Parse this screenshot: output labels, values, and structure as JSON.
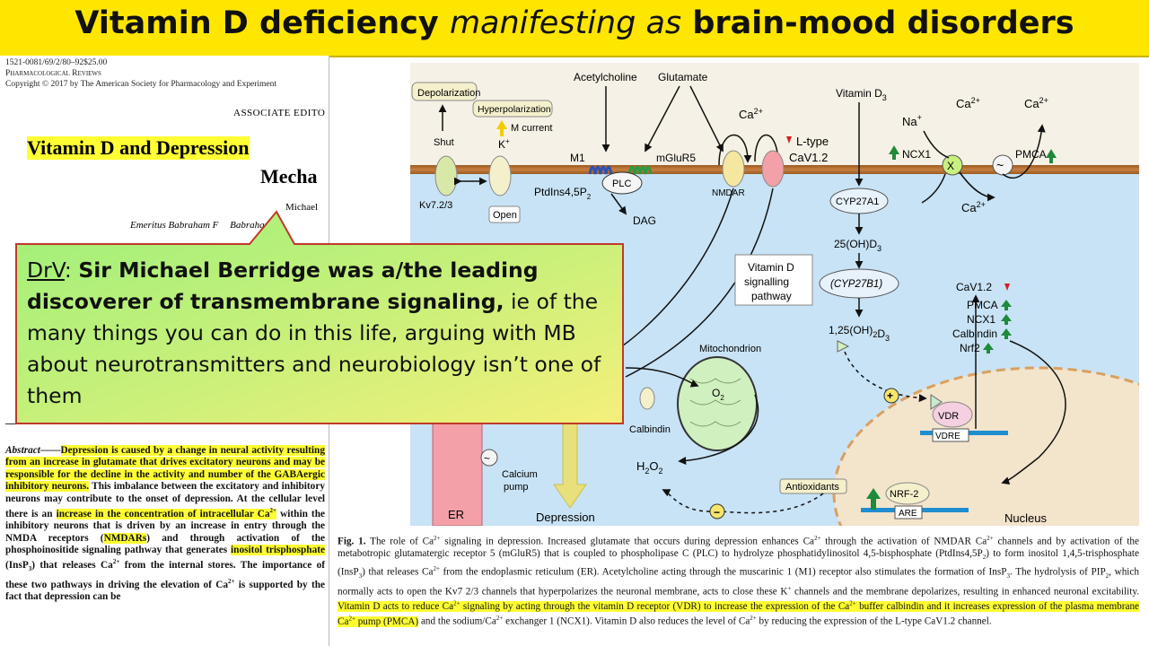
{
  "slide_title": {
    "part1": "Vitamin D deficiency ",
    "part2": "manifesting as",
    "part3": " brain-mood disorders"
  },
  "paper": {
    "meta_line1": "1521-0081/69/2/80–92$25.00",
    "meta_line2": "Pharmacological Reviews",
    "meta_line3": "Copyright © 2017 by The American Society for Pharmacology and Experiment",
    "section": "ASSOCIATE EDITO",
    "title_line1": "Vitamin D and Depression",
    "title_line2": "Mecha",
    "author": "Michael ",
    "affiliation": "Emeritus Babraham F",
    "affiliation_end": "Babraha",
    "abstract_label": "Abstract",
    "abstract_dash": "——",
    "abstract_hl1": "Depression is caused by a change in neural activity resulting from an increase in glutamate that drives excitatory neurons and may be responsible for the decline in the activity and number of the GABAergic inhibitory neurons.",
    "abstract_t1": " This imbalance between the excitatory and inhibitory neurons may contribute to the onset of depression. At the cellular level there is an ",
    "abstract_hl2": "increase in the concentration of intracellular Ca",
    "abstract_t2": " within the inhibitory neurons that is driven by an increase in entry through the NMDA receptors (",
    "abstract_hl3": "NMDARs",
    "abstract_t3": ") and through activation of the phosphoinositide signaling pathway that generates ",
    "abstract_hl4": "inositol trisphosphate",
    "abstract_t4": " (InsP",
    "abstract_t5": ") that releases Ca",
    "abstract_t6": " from the internal stores. The importance of these two pathways in driving the elevation of Ca",
    "abstract_t7": " is supported by the fact that depression can be"
  },
  "callout": {
    "drv": "DrV",
    "colon": ": ",
    "bold": "Sir Michael Berridge was a/the leading discoverer of transmembrane signaling,",
    "rest": " ie of the many things you can do in this life, arguing with MB about neurotransmitters and neurobiology isn’t one of them"
  },
  "figure": {
    "acetylcholine": "Acetylcholine",
    "glutamate": "Glutamate",
    "depolarization": "Depolarization",
    "hyperpolarization": "Hyperpolarization",
    "m_current": "M current",
    "k_plus": "K",
    "shut": "Shut",
    "open": "Open",
    "kv723": "Kv7.2/3",
    "m1": "M1",
    "mglur5": "mGluR5",
    "plc": "PLC",
    "ptdins": "PtdIns4,5P",
    "dag": "DAG",
    "ca2_a": "Ca",
    "nmdar": "NMDAR",
    "ltype": "L-type",
    "cav12": "CaV1.2",
    "vitd3": "Vitamin D",
    "na_plus": "Na",
    "ca2_b": "Ca",
    "ca2_c": "Ca",
    "ncx1": "NCX1",
    "x_mark": "X",
    "pmca": "PMCA",
    "ca2_d": "Ca",
    "cyp27a1": "CYP27A1",
    "oh_d3": "25(OH)D",
    "pathway1": "Vitamin D",
    "pathway2": "signalling",
    "pathway3": "pathway",
    "cyp27b1": "(CYP27B1)",
    "oh2_d3": "1,25(OH)",
    "list_cav": "CaV1.2",
    "list_pmca": "PMCA",
    "list_ncx1": "NCX1",
    "list_calbindin": "Calbindin",
    "list_nrf2": "Nrf2",
    "mitochondrion": "Mitochondrion",
    "o2": "O",
    "calbindin": "Calbindin",
    "h2o2": "H",
    "calcium_pump1": "Calcium",
    "calcium_pump2": "pump",
    "er": "ER",
    "depression": "Depression",
    "antioxidants": "Antioxidants",
    "nrf2_box": "NRF-2",
    "are": "ARE",
    "vdr": "VDR",
    "vdre": "VDRE",
    "nucleus": "Nucleus",
    "plus_sign": "+",
    "minus_sign": "−",
    "sup_2plus": "2+",
    "sub_2": "2",
    "sub_3": "3",
    "tilde": "~"
  },
  "caption": {
    "fig_label": "Fig. 1.",
    "c1": " The role of Ca",
    "c2": " signaling in depression. Increased glutamate that occurs during depression enhances Ca",
    "c3": " through the activation of NMDAR Ca",
    "c4": " channels and by activation of the metabotropic glutamatergic receptor 5 (mGluR5) that is coupled to phospholipase C (PLC) to hydrolyze phosphatidylinositol 4,5-bisphosphate (PtdIns4,5P",
    "c5": ") to form inositol 1,4,5-trisphosphate (InsP",
    "c6": ") that releases Ca",
    "c7": " from the endoplasmic reticulum (ER). Acetylcholine acting through the muscarinic 1 (M1) receptor also stimulates the formation of InsP",
    "c8": ". The hydrolysis of PIP",
    "c9": ", which normally acts to open the Kv7 2/3 channels that hyperpolarizes the neuronal membrane, acts to close these K",
    "c10": " channels and the membrane depolarizes, resulting in enhanced neuronal excitability. ",
    "hl1": "Vitamin D acts to reduce Ca",
    "hl2": " signaling by acting through the vitamin D receptor (VDR) to increase the expression of the Ca",
    "hl3": " buffer calbindin and it increases expression of the plasma membrane Ca",
    "hl4": " pump (PMCA)",
    "c11": " and the sodium/Ca",
    "c12": " exchanger 1 (NCX1). Vitamin D also reduces the level of Ca",
    "c13": " by reducing the expression of the L-type CaV1.2 channel.",
    "sup2": "2+",
    "supplus": "+",
    "sub2": "2",
    "sub3": "3"
  },
  "colors": {
    "title_bg": "#ffe600",
    "highlight": "#ffff33",
    "cytoplasm": "#c8e3f5",
    "membrane": "#b0672a",
    "nucleus": "#f3e4cc",
    "er": "#f4a0a8",
    "callout_green": "#9ef07a",
    "callout_yellow": "#f4f07a",
    "callout_border": "#c0392b",
    "up_arrow": "#1e8a3a",
    "down_arrow": "#d62020"
  },
  "icons": [
    "up-arrow-icon",
    "down-arrow-icon",
    "exchanger-x-icon",
    "pump-tilde-icon",
    "receptor-coil-icon"
  ]
}
